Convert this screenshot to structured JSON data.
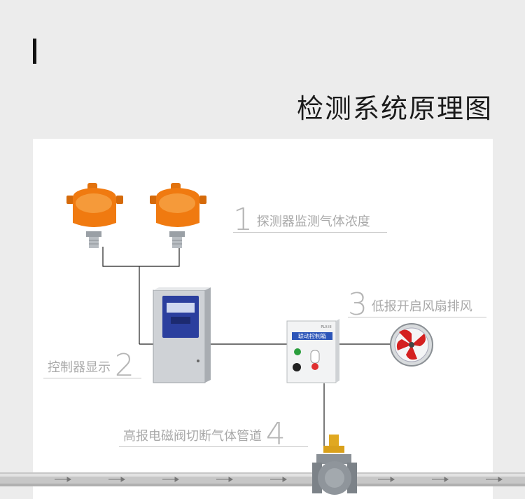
{
  "page": {
    "title": "检测系统原理图"
  },
  "steps": [
    {
      "num": "1",
      "text": "探测器监测气体浓度"
    },
    {
      "num": "2",
      "text": "控制器显示"
    },
    {
      "num": "3",
      "text": "低报开启风扇排风"
    },
    {
      "num": "4",
      "text": "高报电磁阀切断气体管道"
    }
  ],
  "devices": {
    "linkage_box_label": "联动控制箱",
    "linkage_box_code": "PLX-III"
  },
  "colors": {
    "detector": "#f07a10",
    "controller": "#c9ccd0",
    "controller_panel": "#2b3f9e",
    "fan_blade": "#d42020",
    "pipe": "#c4c4c4",
    "valve": "#8a9096",
    "solenoid": "#e0a820"
  }
}
